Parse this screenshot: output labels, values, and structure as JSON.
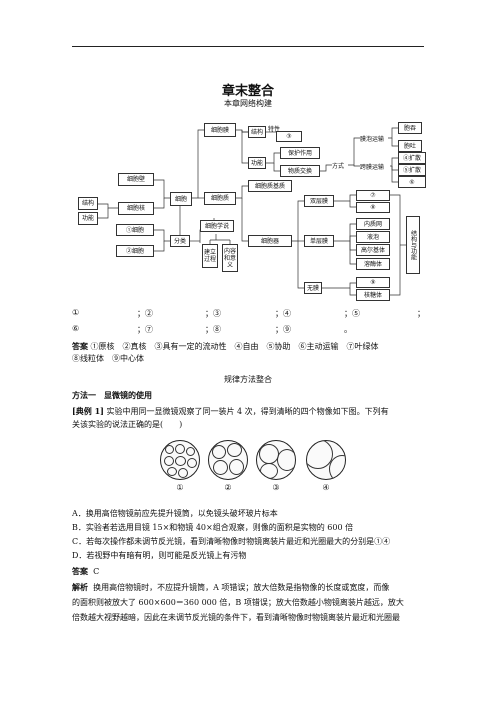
{
  "title": "章末整合",
  "subtitle": "本章网络构建",
  "concept_map": {
    "structure": "结构",
    "function": "功能",
    "cell_wall": "细胞壁",
    "nucleus": "细胞核",
    "cell": "细胞",
    "cell_membrane": "细胞膜",
    "membrane_structure": "结构",
    "feature": "特性",
    "blank3": "③",
    "membrane_function": "功能",
    "protection": "保护作用",
    "material_exchange": "物质交换",
    "way": "方式",
    "transport_membrane": "膜泡运输",
    "endocytosis": "胞吞",
    "exocytosis": "胞吐",
    "transmembrane": "跨膜运输",
    "blank4": "④扩散",
    "blank5": "⑤扩散",
    "blank6": "⑥",
    "cytoplasm": "细胞质",
    "cytoplasm_matrix": "细胞质基质",
    "organelles": "细胞器",
    "double_membrane": "双层膜",
    "blank7": "⑦",
    "blank8": "⑧",
    "single_membrane": "单层膜",
    "er": "内质网",
    "vacuole": "液泡",
    "golgi": "高尔基体",
    "lysosome": "溶酶体",
    "no_membrane": "无膜",
    "blank9": "⑨",
    "ribosome": "核糖体",
    "struct_func": "结构与功能",
    "blank1": "①细胞",
    "blank2": "②细胞",
    "classification": "分类",
    "cell_theory": "细胞学说",
    "establish": "建立过程",
    "content": "内容和意义"
  },
  "blanks_line1": [
    "①",
    "；②",
    "；③",
    "；④",
    "；⑤",
    "；"
  ],
  "blanks_line2": [
    "⑥",
    "；⑦",
    "；⑧",
    "；⑨",
    "。"
  ],
  "answer_label": "答案",
  "answer_text": "①原核　②真核　③具有一定的流动性　④自由　⑤协助　⑥主动运输　⑦叶绿体",
  "answer_text2": "⑧线粒体　⑨中心体",
  "section_title": "规律方法整合",
  "method_title": "方法一　显微镜的使用",
  "example_label": "[典例 1]",
  "example_text": "实验中用同一显微镜观察了同一装片 4 次，得到清晰的四个物像如下图。下列有",
  "example_text2": "关该实验的说法正确的是(　　)",
  "circle_labels": [
    "①",
    "②",
    "③",
    "④"
  ],
  "options": [
    "A．换用高倍物镜前应先提升镜筒，以免镜头破坏玻片标本",
    "B．实验者若选用目镜 15×和物镜 40×组合观察，则像的面积是实物的 600 倍",
    "C．若每次操作都未调节反光镜，看到清晰物像时物镜离装片最近和光圈最大的分别是①④",
    "D．若视野中有暗有明，则可能是反光镜上有污物"
  ],
  "answer2_label": "答案",
  "answer2": "C",
  "explain_label": "解析",
  "explain_lines": [
    "换用高倍物镜时，不应提升镜筒，A 项错误；放大倍数是指物像的长度或宽度，而像",
    "的面积则被放大了 600×600＝360 000 倍，B 项错误；放大倍数越小物镜离装片越远，放大",
    "倍数越大视野越暗，因此在未调节反光镜的条件下，看到清晰物像时物镜离装片最近和光圈最"
  ]
}
